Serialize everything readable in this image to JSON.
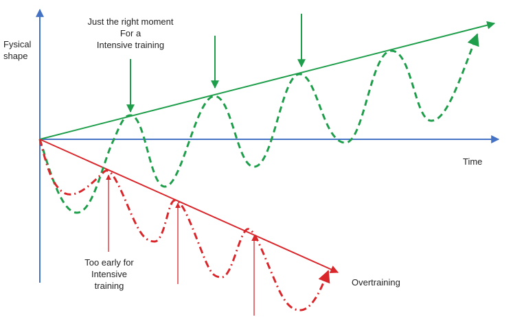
{
  "labels": {
    "y_axis": [
      "Fysical",
      "shape"
    ],
    "x_axis": "Time",
    "just_right": [
      "Just the right moment",
      "For a",
      "Intensive training"
    ],
    "too_early": [
      "Too early for",
      "Intensive",
      "training"
    ],
    "overtraining": "Overtraining"
  },
  "colors": {
    "axis": "#4472c4",
    "good": "#1e9e4a",
    "bad": "#d9262b",
    "text": "#222222"
  }
}
